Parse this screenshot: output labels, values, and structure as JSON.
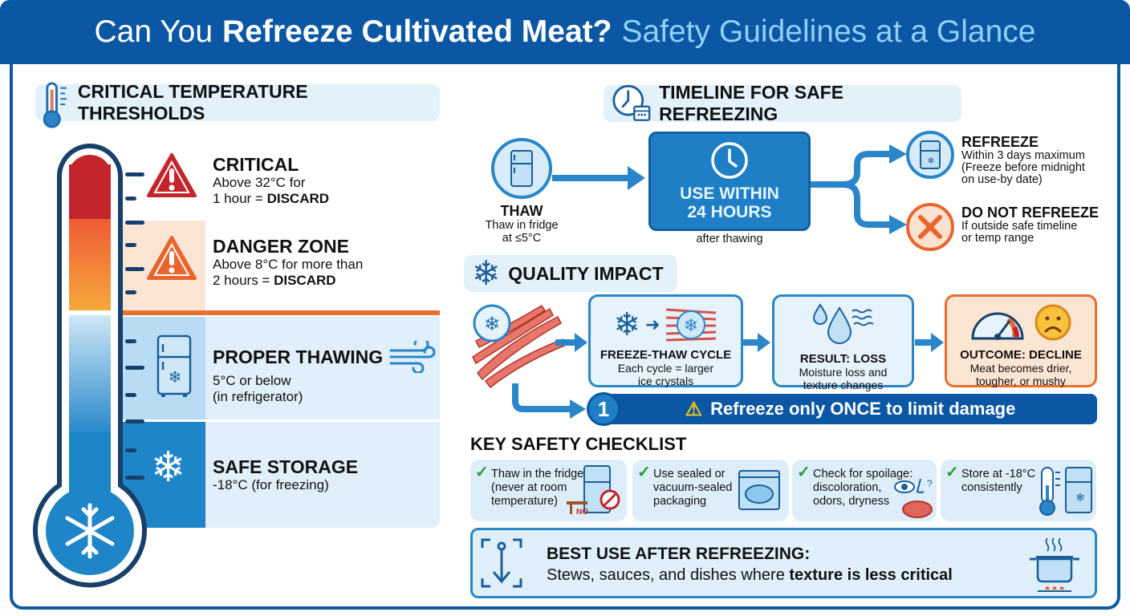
{
  "header": {
    "title_part1": "Can You",
    "title_part2": "Refreeze Cultivated Meat?",
    "title_part3": "Safety Guidelines at a Glance"
  },
  "colors": {
    "primary_blue": "#0b57a4",
    "accent_light_blue": "#8fd0f6",
    "critical_red": "#c4242b",
    "danger_orange": "#e8662d",
    "safe_blue": "#1e86c8",
    "check_green": "#2a9a3a"
  },
  "temperature": {
    "section_title": "CRITICAL TEMPERATURE THRESHOLDS",
    "zones": [
      {
        "title": "CRITICAL",
        "line1": "Above 32°C for",
        "line2_prefix": "1 hour = ",
        "line2_bold": "DISCARD",
        "icon": "warning-triangle-red"
      },
      {
        "title": "DANGER ZONE",
        "line1": "Above 8°C for more than",
        "line2_prefix": "2 hours = ",
        "line2_bold": "DISCARD",
        "icon": "warning-triangle-orange"
      },
      {
        "title": "PROPER THAWING",
        "line1": "5°C or below",
        "line2": "(in refrigerator)",
        "icon": "fridge-icon"
      },
      {
        "title": "SAFE STORAGE",
        "line1": "-18°C (for freezing)",
        "icon": "snowflake-icon"
      }
    ]
  },
  "timeline": {
    "section_title": "TIMELINE FOR SAFE REFREEZING",
    "thaw": {
      "title": "THAW",
      "line1": "Thaw in fridge",
      "line2": "at ≤5°C"
    },
    "use_within": {
      "line1": "USE WITHIN",
      "line2": "24 HOURS",
      "caption": "after thawing"
    },
    "refreeze": {
      "title": "REFREEZE",
      "line1": "Within 3 days maximum",
      "line2": "(Freeze before midnight",
      "line3": "on use-by date)"
    },
    "do_not": {
      "title": "DO NOT REFREEZE",
      "line1": "If outside safe timeline",
      "line2": "or temp range"
    }
  },
  "quality": {
    "section_title": "QUALITY IMPACT",
    "steps": [
      {
        "title": "FREEZE-THAW CYCLE",
        "line1": "Each cycle = larger",
        "line2": "ice crystals"
      },
      {
        "title": "RESULT: LOSS",
        "line1": "Moisture loss and",
        "line2": "texture changes"
      },
      {
        "title": "OUTCOME: DECLINE",
        "line1": "Meat becomes drier,",
        "line2": "tougher, or mushy"
      }
    ],
    "banner_number": "1",
    "banner_text": "Refreeze only ONCE to limit damage"
  },
  "checklist": {
    "section_title": "KEY SAFETY CHECKLIST",
    "items": [
      {
        "line1": "Thaw in the fridge",
        "line2": "(never at room",
        "line3": "temperature)",
        "badge": "NO"
      },
      {
        "line1": "Use sealed or",
        "line2": "vacuum-sealed",
        "line3": "packaging"
      },
      {
        "line1": "Check for spoilage:",
        "line2": "discoloration,",
        "line3": "odors, dryness"
      },
      {
        "line1": "Store at -18°C",
        "line2": "consistently"
      }
    ]
  },
  "best_use": {
    "title": "BEST USE AFTER REFREEZING:",
    "text_prefix": "Stews, sauces, and dishes where ",
    "text_bold": "texture is less critical"
  }
}
